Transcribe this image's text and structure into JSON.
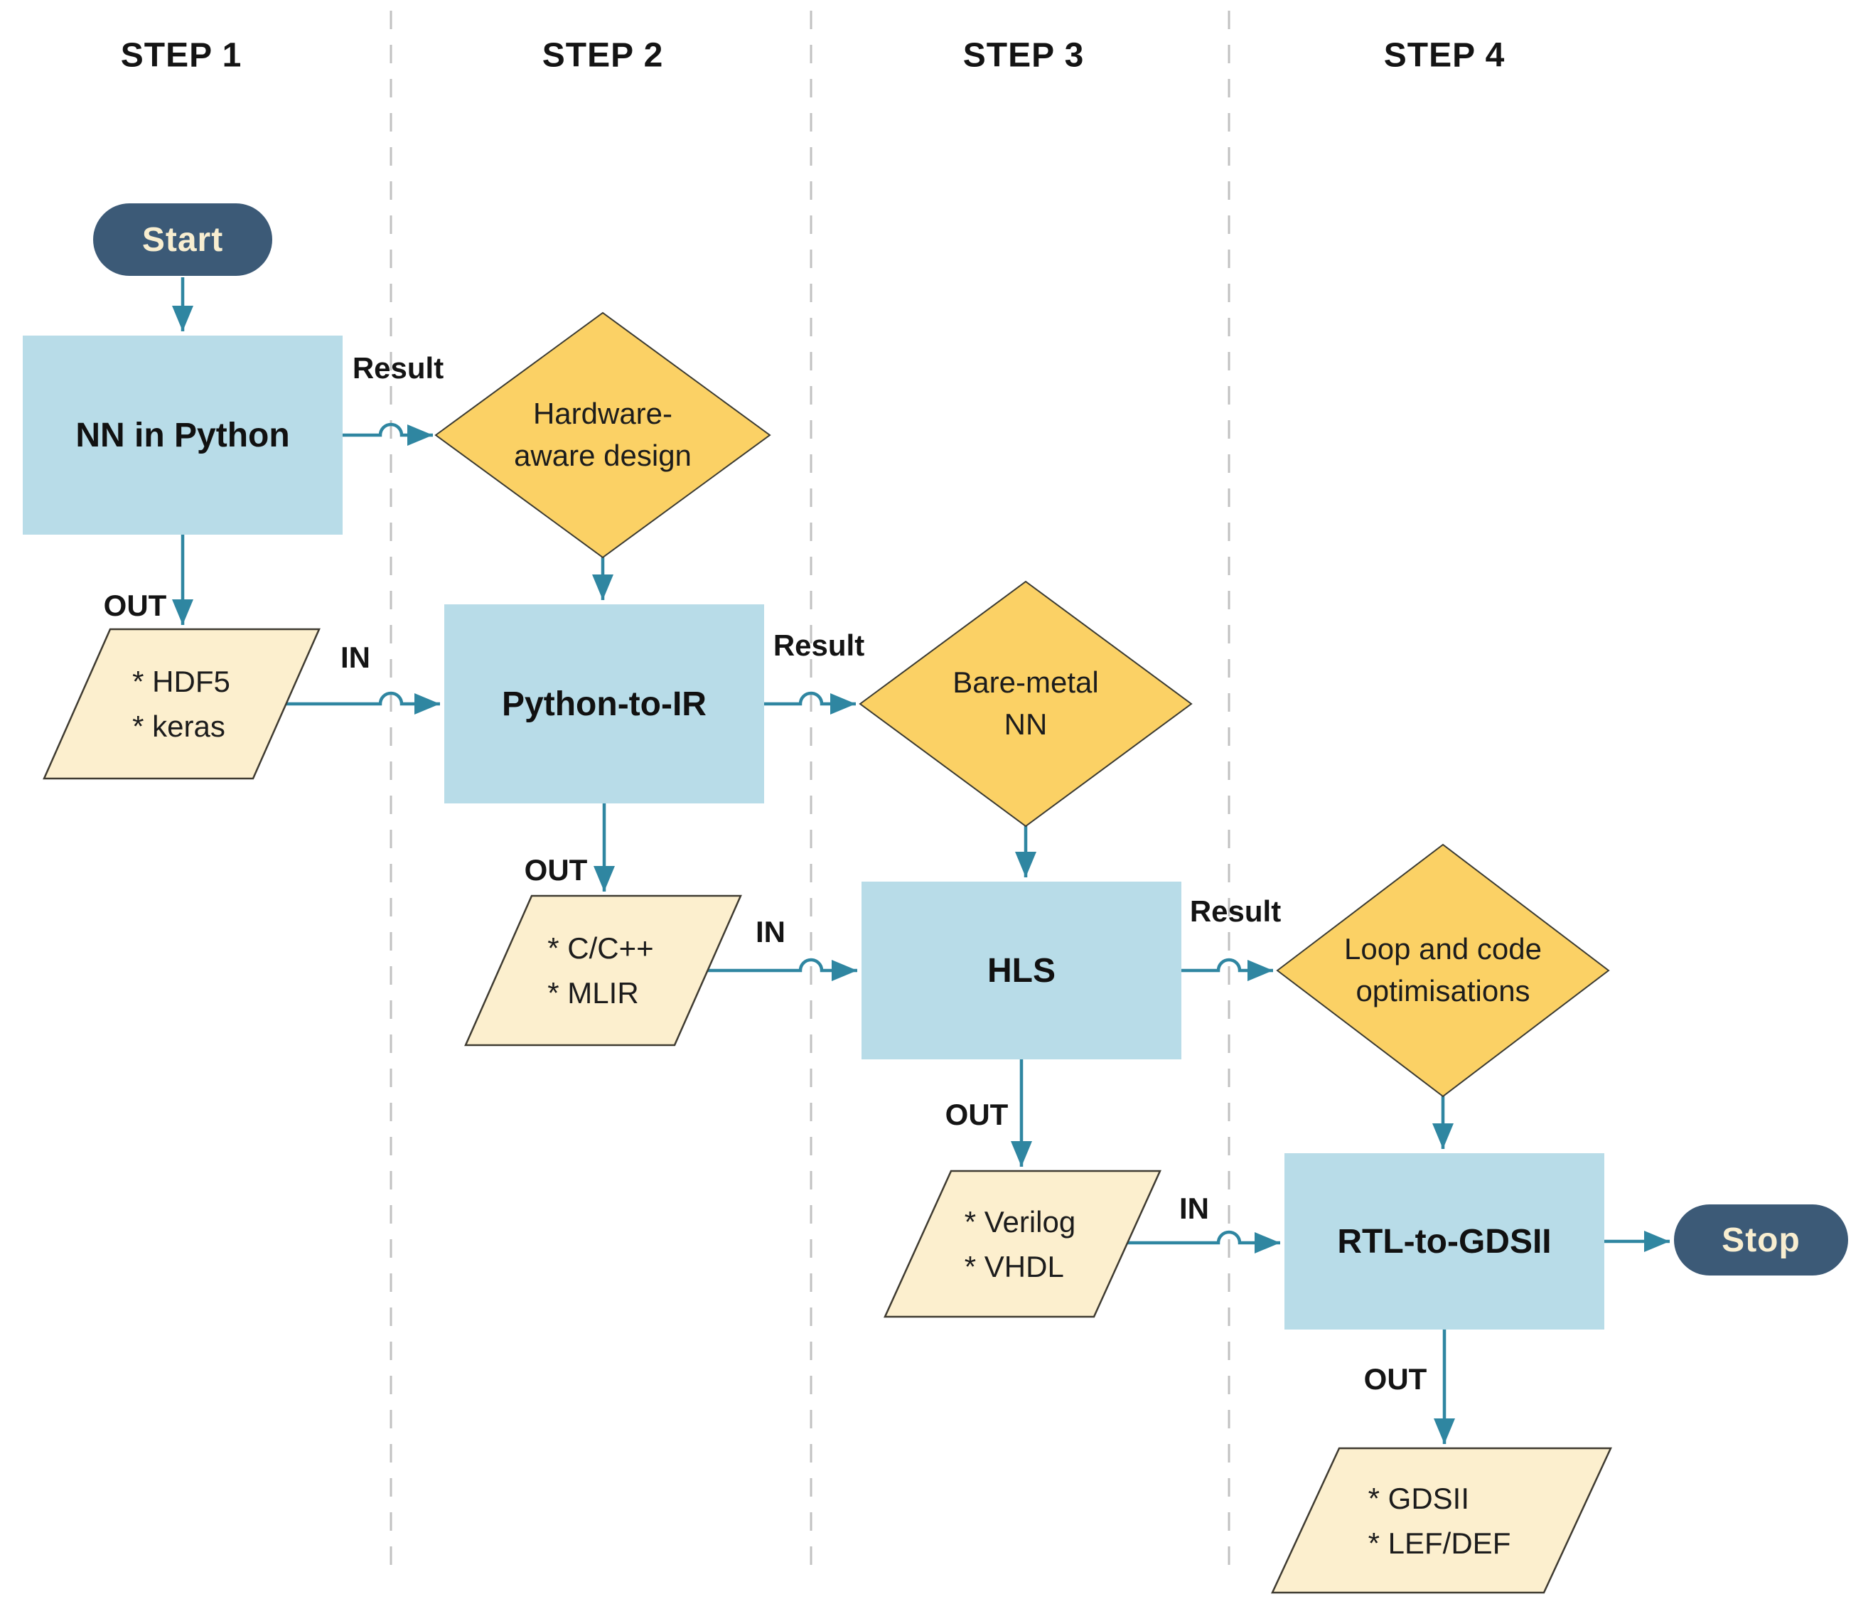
{
  "colors": {
    "accent_teal": "#2f86a1",
    "process_fill": "#b8dce8",
    "decision_fill": "#fbd165",
    "decision_border": "#3a3a32",
    "data_fill": "#fcefce",
    "data_border": "#3f3b31",
    "terminator_fill": "#3c5a77",
    "terminator_text": "#f8eed0",
    "label_text": "#141414",
    "divider_gray": "#c1c1c1"
  },
  "steps": [
    "STEP 1",
    "STEP 2",
    "STEP 3",
    "STEP 4"
  ],
  "nodes": {
    "start": {
      "type": "terminator",
      "label": "Start"
    },
    "nn_in_python": {
      "type": "process",
      "label": "NN in Python"
    },
    "hardware_aware": {
      "type": "decision",
      "label": "Hardware-\naware design"
    },
    "hdf5_keras": {
      "type": "data",
      "label": "* HDF5\n* keras"
    },
    "python_to_ir": {
      "type": "process",
      "label": "Python-to-IR"
    },
    "bare_metal": {
      "type": "decision",
      "label": "Bare-metal\nNN"
    },
    "c_mlir": {
      "type": "data",
      "label": "* C/C++\n* MLIR"
    },
    "hls": {
      "type": "process",
      "label": "HLS"
    },
    "loop_opt": {
      "type": "decision",
      "label": "Loop and code\noptimisations"
    },
    "verilog_vhdl": {
      "type": "data",
      "label": "* Verilog\n* VHDL"
    },
    "rtl_to_gdsii": {
      "type": "process",
      "label": "RTL-to-GDSII"
    },
    "stop": {
      "type": "terminator",
      "label": "Stop"
    },
    "gdsii_lefdef": {
      "type": "data",
      "label": "* GDSII\n* LEF/DEF"
    }
  },
  "edges": [
    {
      "from": "start",
      "to": "nn_in_python",
      "label": ""
    },
    {
      "from": "nn_in_python",
      "to": "hardware_aware",
      "label": "Result"
    },
    {
      "from": "nn_in_python",
      "to": "hdf5_keras",
      "label": "OUT"
    },
    {
      "from": "hardware_aware",
      "to": "python_to_ir",
      "label": ""
    },
    {
      "from": "hdf5_keras",
      "to": "python_to_ir",
      "label": "IN"
    },
    {
      "from": "python_to_ir",
      "to": "bare_metal",
      "label": "Result"
    },
    {
      "from": "python_to_ir",
      "to": "c_mlir",
      "label": "OUT"
    },
    {
      "from": "bare_metal",
      "to": "hls",
      "label": ""
    },
    {
      "from": "c_mlir",
      "to": "hls",
      "label": "IN"
    },
    {
      "from": "hls",
      "to": "loop_opt",
      "label": "Result"
    },
    {
      "from": "hls",
      "to": "verilog_vhdl",
      "label": "OUT"
    },
    {
      "from": "loop_opt",
      "to": "rtl_to_gdsii",
      "label": ""
    },
    {
      "from": "verilog_vhdl",
      "to": "rtl_to_gdsii",
      "label": "IN"
    },
    {
      "from": "rtl_to_gdsii",
      "to": "stop",
      "label": ""
    },
    {
      "from": "rtl_to_gdsii",
      "to": "gdsii_lefdef",
      "label": "OUT"
    }
  ]
}
